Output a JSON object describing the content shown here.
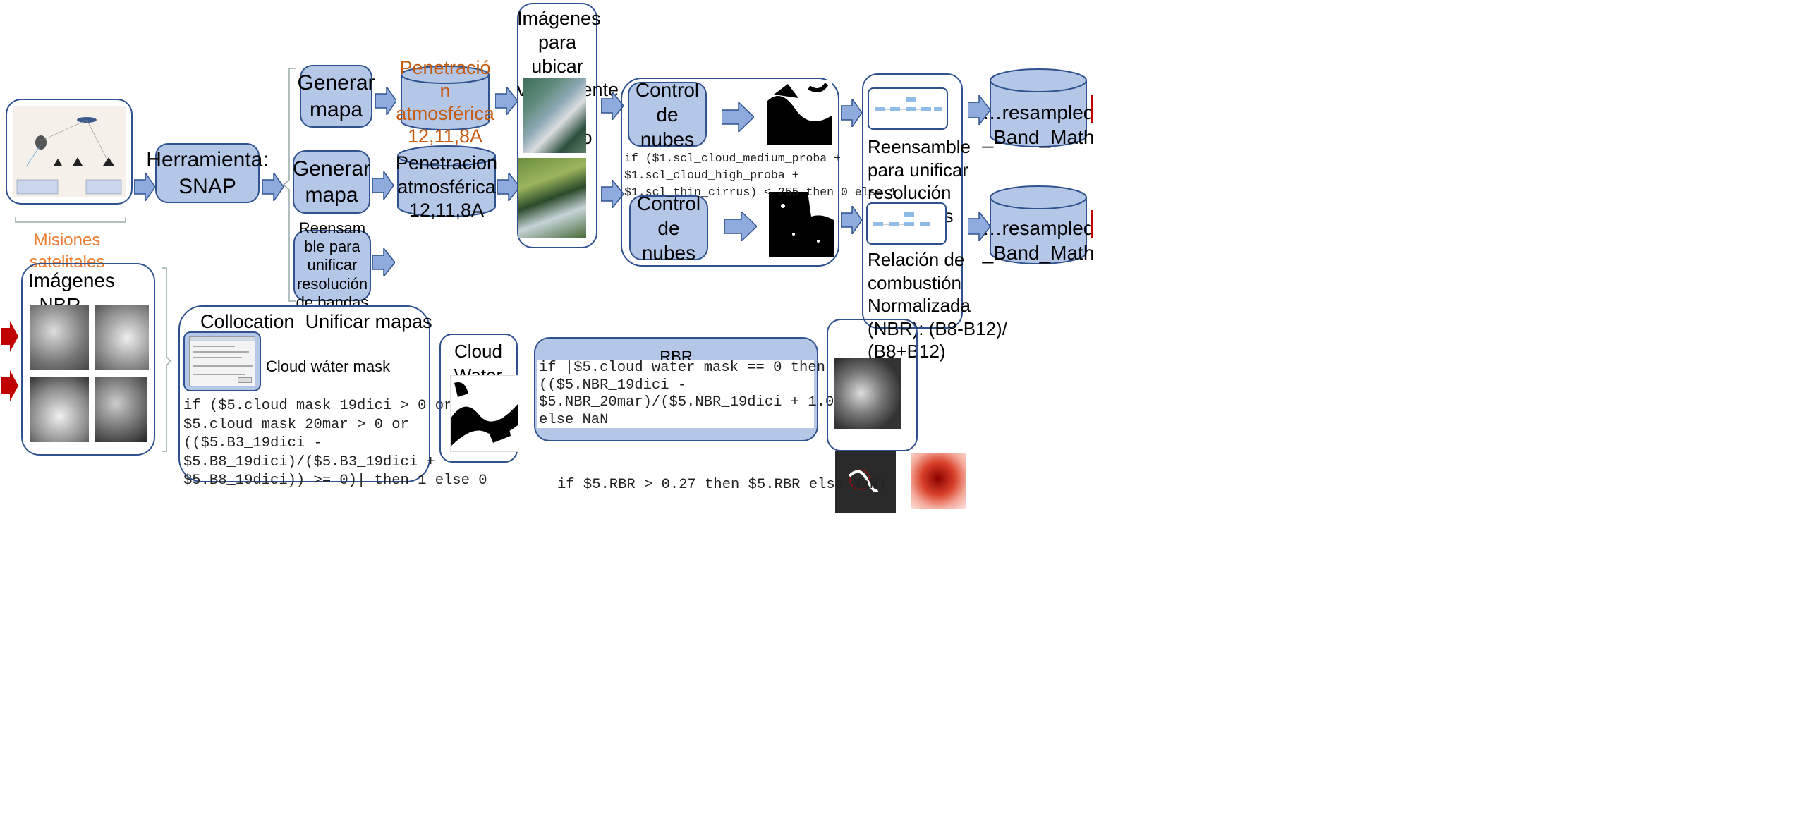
{
  "left": {
    "missions_label": "Misiones\nsatelitales"
  },
  "snap": {
    "label": "Herramienta:\nSNAP"
  },
  "branches": {
    "generar1": "Generar\nmapa",
    "generar2": "Generar\nmapa",
    "reensamble_small": "Reensam\nble para\nunificar\nresolución\nde bandas"
  },
  "cylinders": {
    "pen1": "Penetració\nn\natmosférica\n12,11,8A",
    "pen2": "Penetracion\natmosférica\n12,11,8A",
    "res1": "…resampled\n_Band_Math",
    "res2": "…resampled\n_Band_Math"
  },
  "images_title": "Imágenes\npara ubicar\nvisualmente\nel territorio",
  "clouds": {
    "control1": "Control\nde\nnubes",
    "control2": "Control\nde\nnubes",
    "expr": "if ($1.scl_cloud_medium_proba +\n$1.scl_cloud_high_proba +\n$1.scl_thin_cirrus) < 255 then 0 else 1"
  },
  "resample": {
    "text1": "Reensamble\npara unificar\nresolución\nde bandas",
    "text2": "Relación de\ncombustión\nNormalizada\n (NBR): (B8-B12)/\n(B8+B12)"
  },
  "nbr": {
    "title": "Imágenes\nNBR"
  },
  "collocation": {
    "title": "Collocation  Unificar mapas",
    "mask_label": "Cloud wáter mask",
    "expr": "if ($5.cloud_mask_19dici > 0 or\n$5.cloud_mask_20mar > 0 or\n(($5.B3_19dici -\n$5.B8_19dici)/($5.B3_19dici +\n$5.B8_19dici)) >= 0)| then 1 else 0"
  },
  "cloud_water": {
    "title": "Cloud Water\nMask"
  },
  "rbr": {
    "title": "RBR",
    "expr": "if |$5.cloud_water_mask == 0 then\n(($5.NBR_19dici -\n$5.NBR_20mar)/($5.NBR_19dici + 1.001))\nelse NaN"
  },
  "threshold_expr": "if $5.RBR > 0.27 then $5.RBR else NaN|",
  "colors": {
    "box_fill": "#b4c7e7",
    "box_border": "#2f528f",
    "arrow_fill": "#8faadc",
    "orange_text": "#c55a11",
    "red_arrow": "#c00000"
  }
}
